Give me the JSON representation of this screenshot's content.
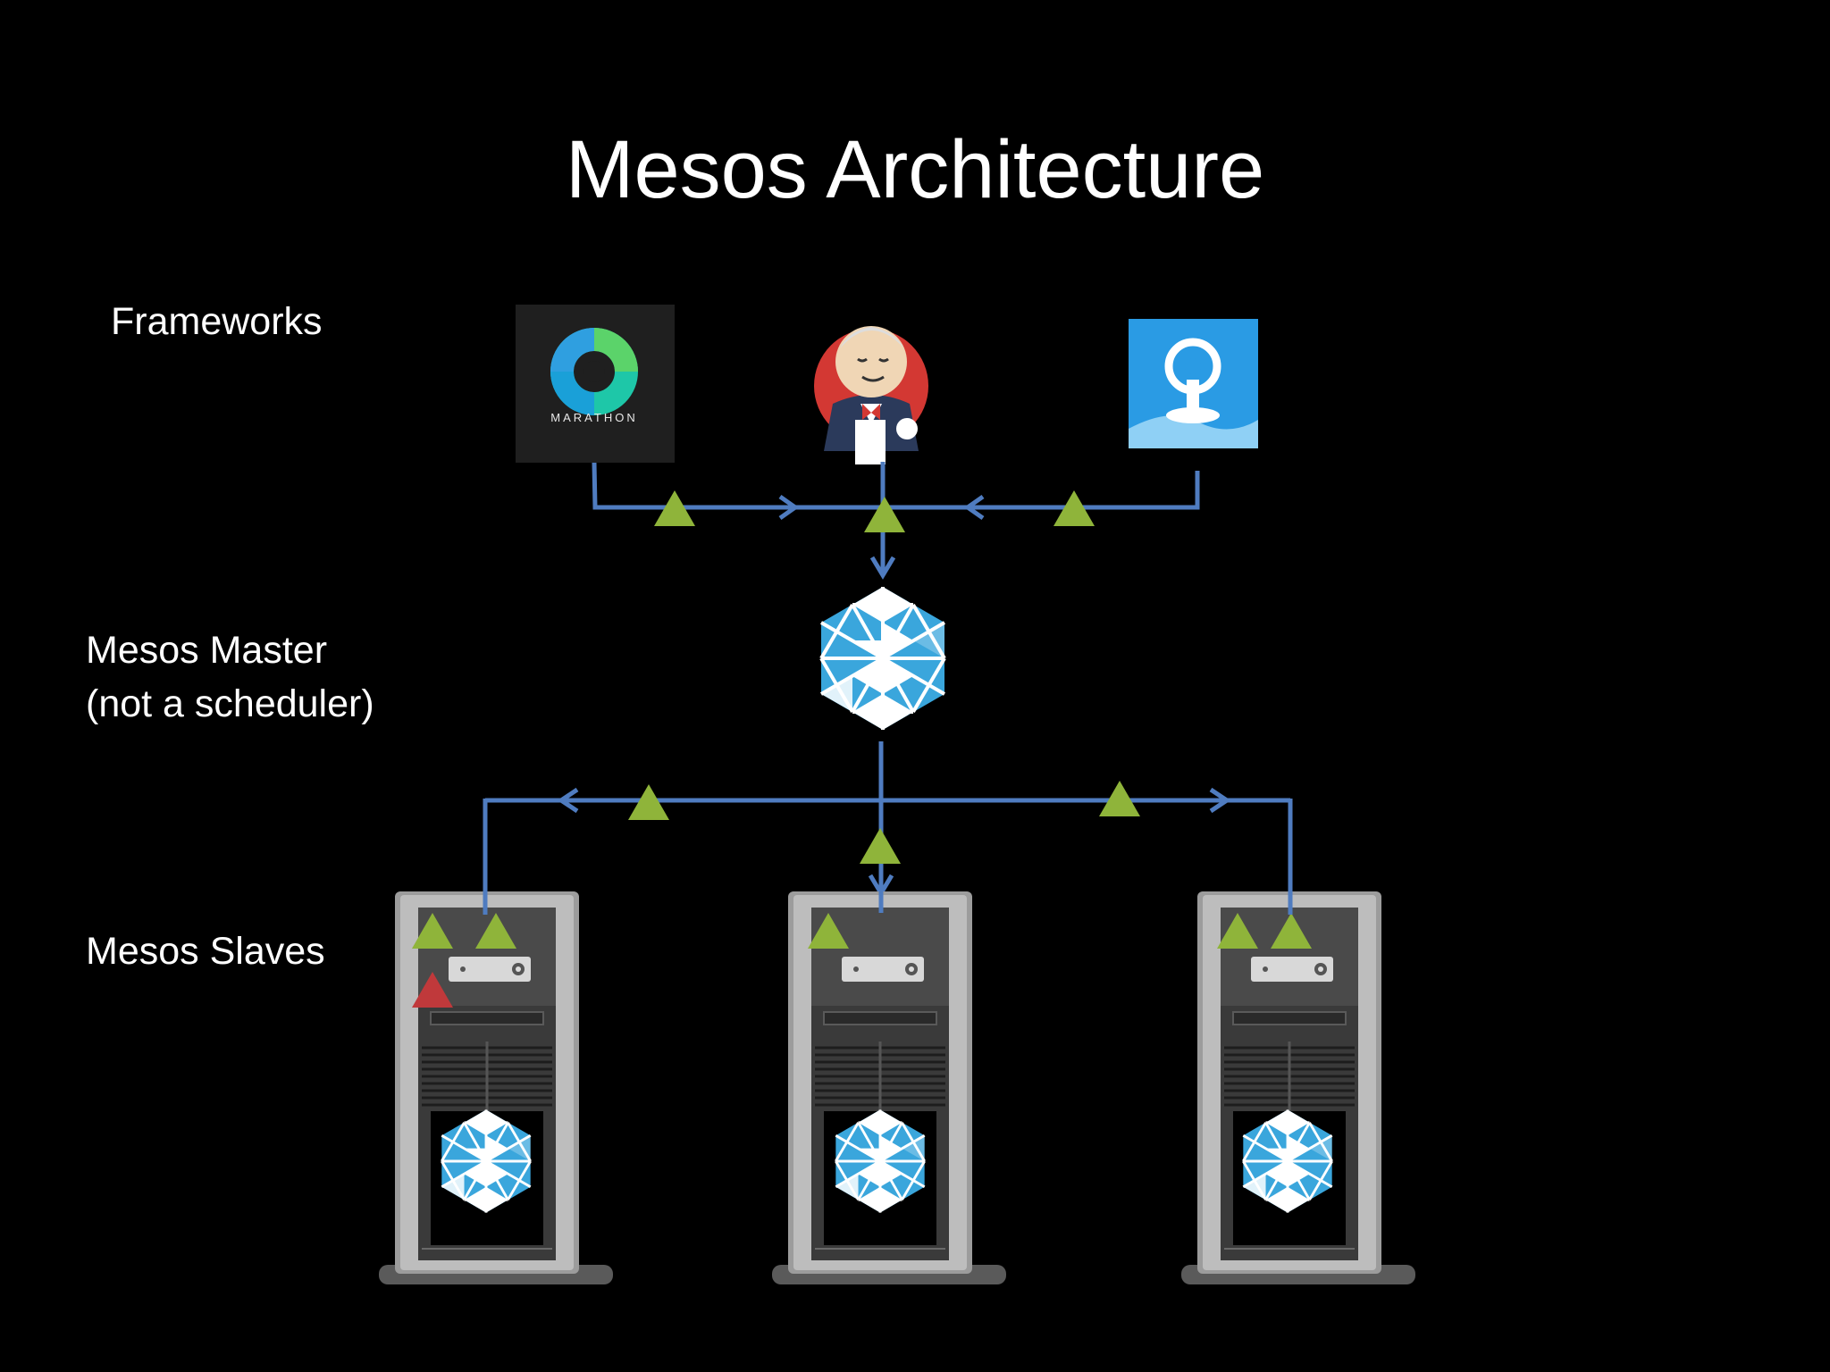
{
  "slide": {
    "title": "Mesos Architecture"
  },
  "labels": {
    "frameworks": "Frameworks",
    "master_line1": "Mesos Master",
    "master_line2": "(not a scheduler)",
    "slaves": "Mesos Slaves"
  },
  "frameworks": [
    {
      "name": "marathon",
      "text": "MARATHON",
      "icon": "marathon-logo"
    },
    {
      "name": "jenkins",
      "icon": "jenkins-butler-logo"
    },
    {
      "name": "chronos",
      "icon": "chronos-logo"
    }
  ],
  "colors": {
    "background": "#000000",
    "connector": "#4f7cc0",
    "resource_offer": "#8fb43a",
    "task": "#c0393b",
    "mesos_blue": "#3aa6dc"
  }
}
